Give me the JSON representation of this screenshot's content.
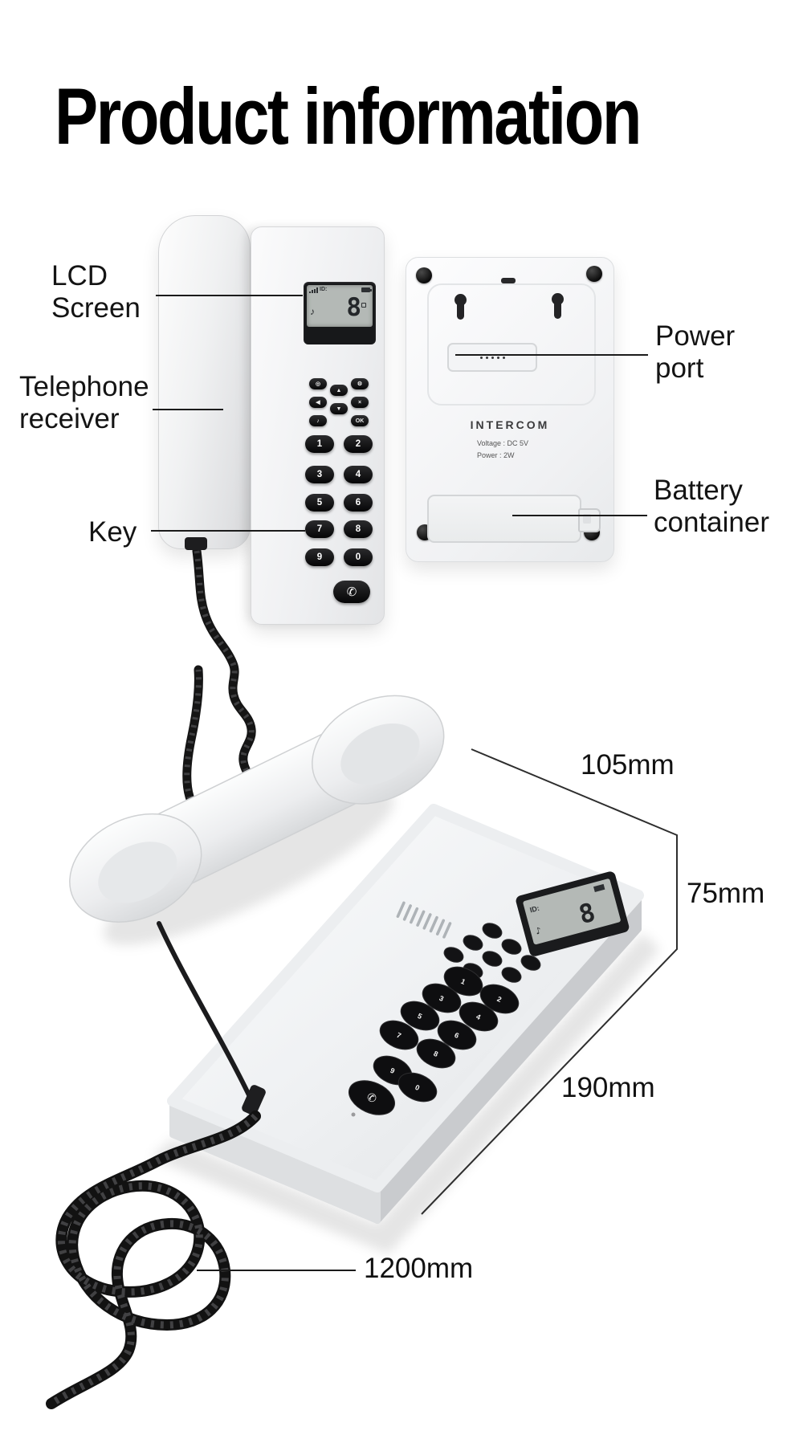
{
  "title": "Product information",
  "callouts": {
    "lcd_screen": "LCD\nScreen",
    "telephone_receiver": "Telephone\nreceiver",
    "key": "Key",
    "power_port": "Power\nport",
    "battery_container": "Battery\ncontainer"
  },
  "back_panel": {
    "brand": "INTERCOM",
    "voltage": "Voltage : DC 5V",
    "power": "Power : 2W"
  },
  "dimensions": {
    "width": "105mm",
    "height": "75mm",
    "depth": "190mm",
    "cord_length": "1200mm"
  },
  "front_phone": {
    "lcd": {
      "id_label": "ID:",
      "digit": "8",
      "note": "♪"
    },
    "nav_keys": [
      "◎",
      "◀",
      "♪",
      "▲",
      "▼",
      "⚙",
      "×",
      "OK"
    ],
    "number_keys": [
      "1",
      "2",
      "3",
      "4",
      "5",
      "6",
      "7",
      "8",
      "9",
      "0"
    ],
    "call_key": "✆"
  },
  "desk_phone": {
    "lcd": {
      "id_label": "ID:",
      "digit": "8",
      "note": "♪"
    },
    "number_keys": [
      "1",
      "2",
      "3",
      "4",
      "5",
      "6",
      "7",
      "8",
      "9",
      "0"
    ],
    "call_key": "✆"
  }
}
